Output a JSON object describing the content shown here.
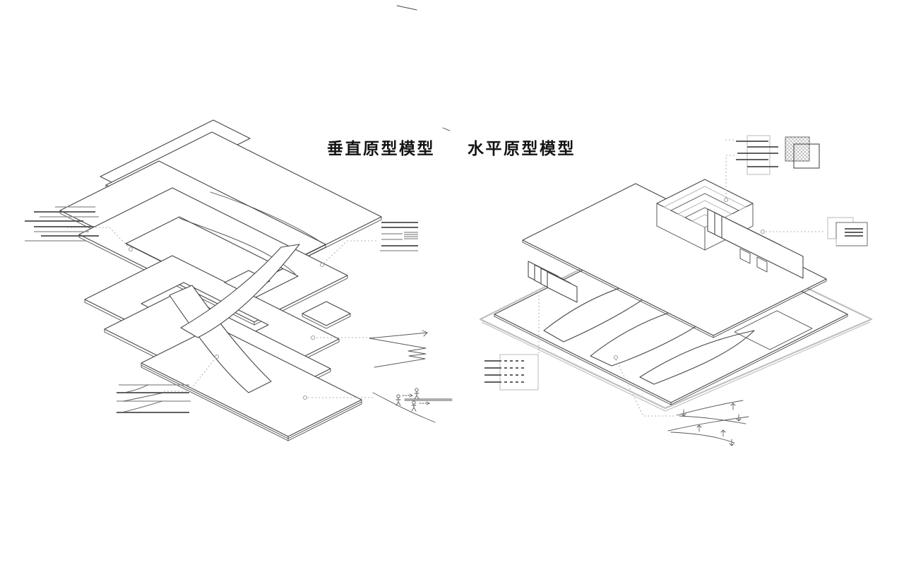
{
  "page": {
    "background": "#ffffff",
    "kind": "exploded axonometric architecture diagram, two prototype models with sketch annotations"
  },
  "colors": {
    "ink": "#474747",
    "note_ink": "#4a4a4a",
    "muted_plate": "#c0c0c0",
    "leader": "#b3b3b3"
  },
  "figures": [
    {
      "id": "vertical-prototype",
      "label": "垂直原型模型"
    },
    {
      "id": "horizontal-prototype",
      "label": "水平原型模型"
    }
  ],
  "icons": {
    "left_model": [
      "text-note-icon",
      "text-note-icon",
      "zigzag-ramp-sketch-icon",
      "figures-on-slope-sketch-icon",
      "ramp-section-sketch-icon"
    ],
    "right_model": [
      "ladder-grid-icon",
      "hatched-squares-icon",
      "overlapping-cards-icon",
      "dashed-grid-panel-icon",
      "curved-flow-arrows-icon"
    ]
  }
}
